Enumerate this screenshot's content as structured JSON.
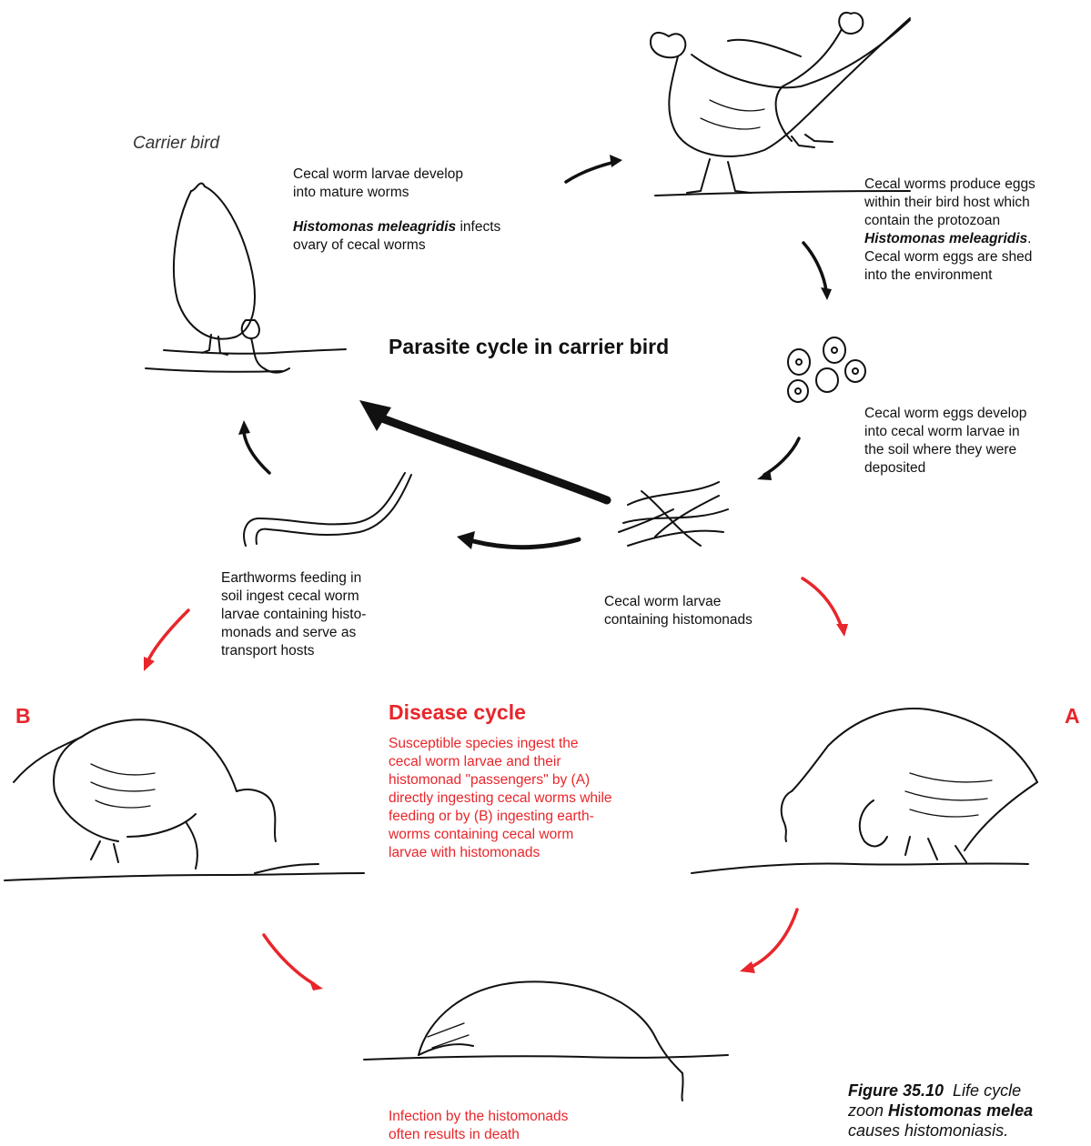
{
  "texts": {
    "carrier_bird": "Carrier bird",
    "cecal_larvae_develop_1": "Cecal worm larvae develop",
    "cecal_larvae_develop_2": "into mature worms",
    "histomonas_name": "Histomonas meleagridis",
    "infects_1": " infects",
    "infects_2": "ovary of cecal worms",
    "eggs_1": "Cecal worms produce eggs",
    "eggs_2": "within their bird host which",
    "eggs_3": "contain the protozoan",
    "eggs_name": "Histomonas meleagridis",
    "eggs_period": ".",
    "eggs_4": "Cecal worm eggs are shed",
    "eggs_5": "into the environment",
    "parasite_cycle_title": "Parasite cycle in carrier bird",
    "soil_1": "Cecal worm eggs develop",
    "soil_2": "into cecal worm larvae in",
    "soil_3": "the soil where they were",
    "soil_4": "deposited",
    "earthworm_1": "Earthworms feeding in",
    "earthworm_2": "soil ingest cecal worm",
    "earthworm_3": "larvae containing histo-",
    "earthworm_4": "monads and serve as",
    "earthworm_5": "transport hosts",
    "larvae_1": "Cecal worm larvae",
    "larvae_2": "containing histomonads",
    "label_b": "B",
    "label_a": "A",
    "disease_title": "Disease cycle",
    "disease_1": "Susceptible species ingest the",
    "disease_2": "cecal worm larvae and their",
    "disease_3": "histomonad \"passengers\" by (A)",
    "disease_4": "directly ingesting cecal worms while",
    "disease_5": "feeding or by (B) ingesting earth-",
    "disease_6": "worms containing cecal worm",
    "disease_7": "larvae with histomonads",
    "death_1": "Infection by the histomonads",
    "death_2": "often results in death",
    "caption_label": "Figure 35.10",
    "caption_1": "  Life cycle",
    "caption_2_prefix": "zoon ",
    "caption_2_name": "Histomonas melea",
    "caption_3": "causes histomoniasis."
  },
  "colors": {
    "accent_red": "#e8262b",
    "ink": "#111111"
  }
}
